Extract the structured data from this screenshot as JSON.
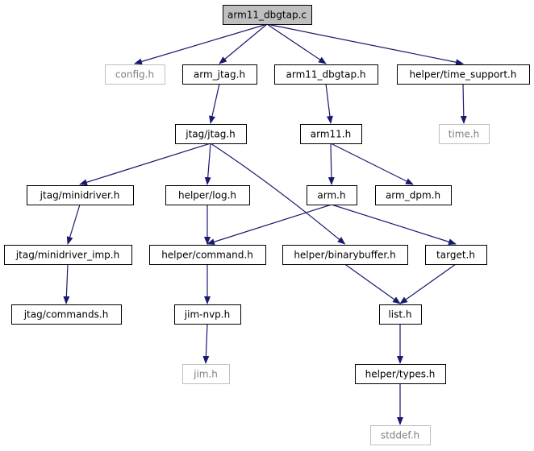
{
  "colors": {
    "edge": "#191970",
    "root_fill": "#bfbfbf",
    "node_border": "#000000",
    "external_border": "#bfbfbf",
    "text": "#000000",
    "external_text": "#808080"
  },
  "nodes": [
    {
      "id": "arm11_dbgtap_c",
      "label": "arm11_dbgtap.c",
      "kind": "root"
    },
    {
      "id": "config_h",
      "label": "config.h",
      "kind": "external"
    },
    {
      "id": "arm_jtag_h",
      "label": "arm_jtag.h",
      "kind": "normal"
    },
    {
      "id": "arm11_dbgtap_h",
      "label": "arm11_dbgtap.h",
      "kind": "normal"
    },
    {
      "id": "helper_time_support_h",
      "label": "helper/time_support.h",
      "kind": "normal"
    },
    {
      "id": "jtag_jtag_h",
      "label": "jtag/jtag.h",
      "kind": "normal"
    },
    {
      "id": "arm11_h",
      "label": "arm11.h",
      "kind": "normal"
    },
    {
      "id": "time_h",
      "label": "time.h",
      "kind": "external"
    },
    {
      "id": "jtag_minidriver_h",
      "label": "jtag/minidriver.h",
      "kind": "normal"
    },
    {
      "id": "helper_log_h",
      "label": "helper/log.h",
      "kind": "normal"
    },
    {
      "id": "arm_h",
      "label": "arm.h",
      "kind": "normal"
    },
    {
      "id": "arm_dpm_h",
      "label": "arm_dpm.h",
      "kind": "normal"
    },
    {
      "id": "jtag_minidriver_imp_h",
      "label": "jtag/minidriver_imp.h",
      "kind": "normal"
    },
    {
      "id": "helper_command_h",
      "label": "helper/command.h",
      "kind": "normal"
    },
    {
      "id": "helper_binarybuffer_h",
      "label": "helper/binarybuffer.h",
      "kind": "normal"
    },
    {
      "id": "target_h",
      "label": "target.h",
      "kind": "normal"
    },
    {
      "id": "jtag_commands_h",
      "label": "jtag/commands.h",
      "kind": "normal"
    },
    {
      "id": "jim_nvp_h",
      "label": "jim-nvp.h",
      "kind": "normal"
    },
    {
      "id": "list_h",
      "label": "list.h",
      "kind": "normal"
    },
    {
      "id": "jim_h",
      "label": "jim.h",
      "kind": "external"
    },
    {
      "id": "helper_types_h",
      "label": "helper/types.h",
      "kind": "normal"
    },
    {
      "id": "stddef_h",
      "label": "stddef.h",
      "kind": "external"
    }
  ],
  "edges": [
    {
      "from": "arm11_dbgtap_c",
      "to": "config_h"
    },
    {
      "from": "arm11_dbgtap_c",
      "to": "arm_jtag_h"
    },
    {
      "from": "arm11_dbgtap_c",
      "to": "arm11_dbgtap_h"
    },
    {
      "from": "arm11_dbgtap_c",
      "to": "helper_time_support_h"
    },
    {
      "from": "arm_jtag_h",
      "to": "jtag_jtag_h"
    },
    {
      "from": "arm11_dbgtap_h",
      "to": "arm11_h"
    },
    {
      "from": "helper_time_support_h",
      "to": "time_h"
    },
    {
      "from": "jtag_jtag_h",
      "to": "jtag_minidriver_h"
    },
    {
      "from": "jtag_jtag_h",
      "to": "helper_log_h"
    },
    {
      "from": "jtag_jtag_h",
      "to": "helper_binarybuffer_h"
    },
    {
      "from": "arm11_h",
      "to": "arm_h"
    },
    {
      "from": "arm11_h",
      "to": "arm_dpm_h"
    },
    {
      "from": "jtag_minidriver_h",
      "to": "jtag_minidriver_imp_h"
    },
    {
      "from": "helper_log_h",
      "to": "helper_command_h"
    },
    {
      "from": "arm_h",
      "to": "helper_command_h"
    },
    {
      "from": "arm_h",
      "to": "target_h"
    },
    {
      "from": "jtag_minidriver_imp_h",
      "to": "jtag_commands_h"
    },
    {
      "from": "helper_command_h",
      "to": "jim_nvp_h"
    },
    {
      "from": "helper_binarybuffer_h",
      "to": "list_h"
    },
    {
      "from": "target_h",
      "to": "list_h"
    },
    {
      "from": "jim_nvp_h",
      "to": "jim_h"
    },
    {
      "from": "list_h",
      "to": "helper_types_h"
    },
    {
      "from": "helper_types_h",
      "to": "stddef_h"
    }
  ]
}
